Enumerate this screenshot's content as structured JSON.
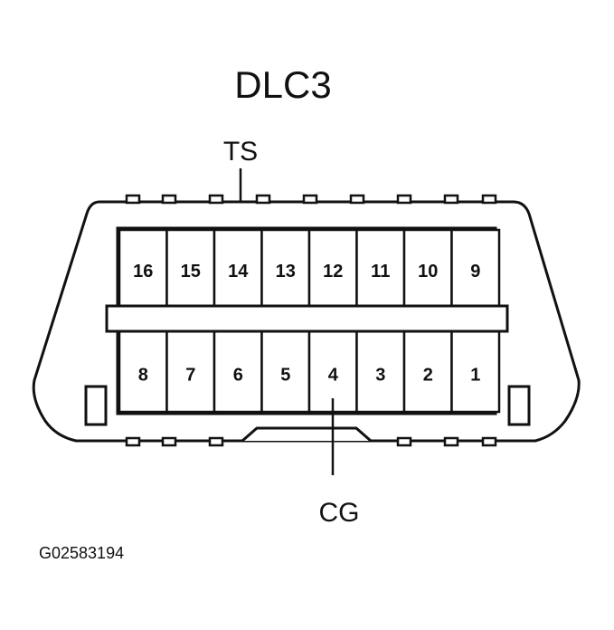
{
  "title": "DLC3",
  "labels": {
    "ts": "TS",
    "cg": "CG"
  },
  "figure_id": "G02583194",
  "pins_top": [
    "16",
    "15",
    "14",
    "13",
    "12",
    "11",
    "10",
    "9"
  ],
  "pins_bottom": [
    "8",
    "7",
    "6",
    "5",
    "4",
    "3",
    "2",
    "1"
  ],
  "colors": {
    "ink": "#111111",
    "paper": "#ffffff"
  }
}
